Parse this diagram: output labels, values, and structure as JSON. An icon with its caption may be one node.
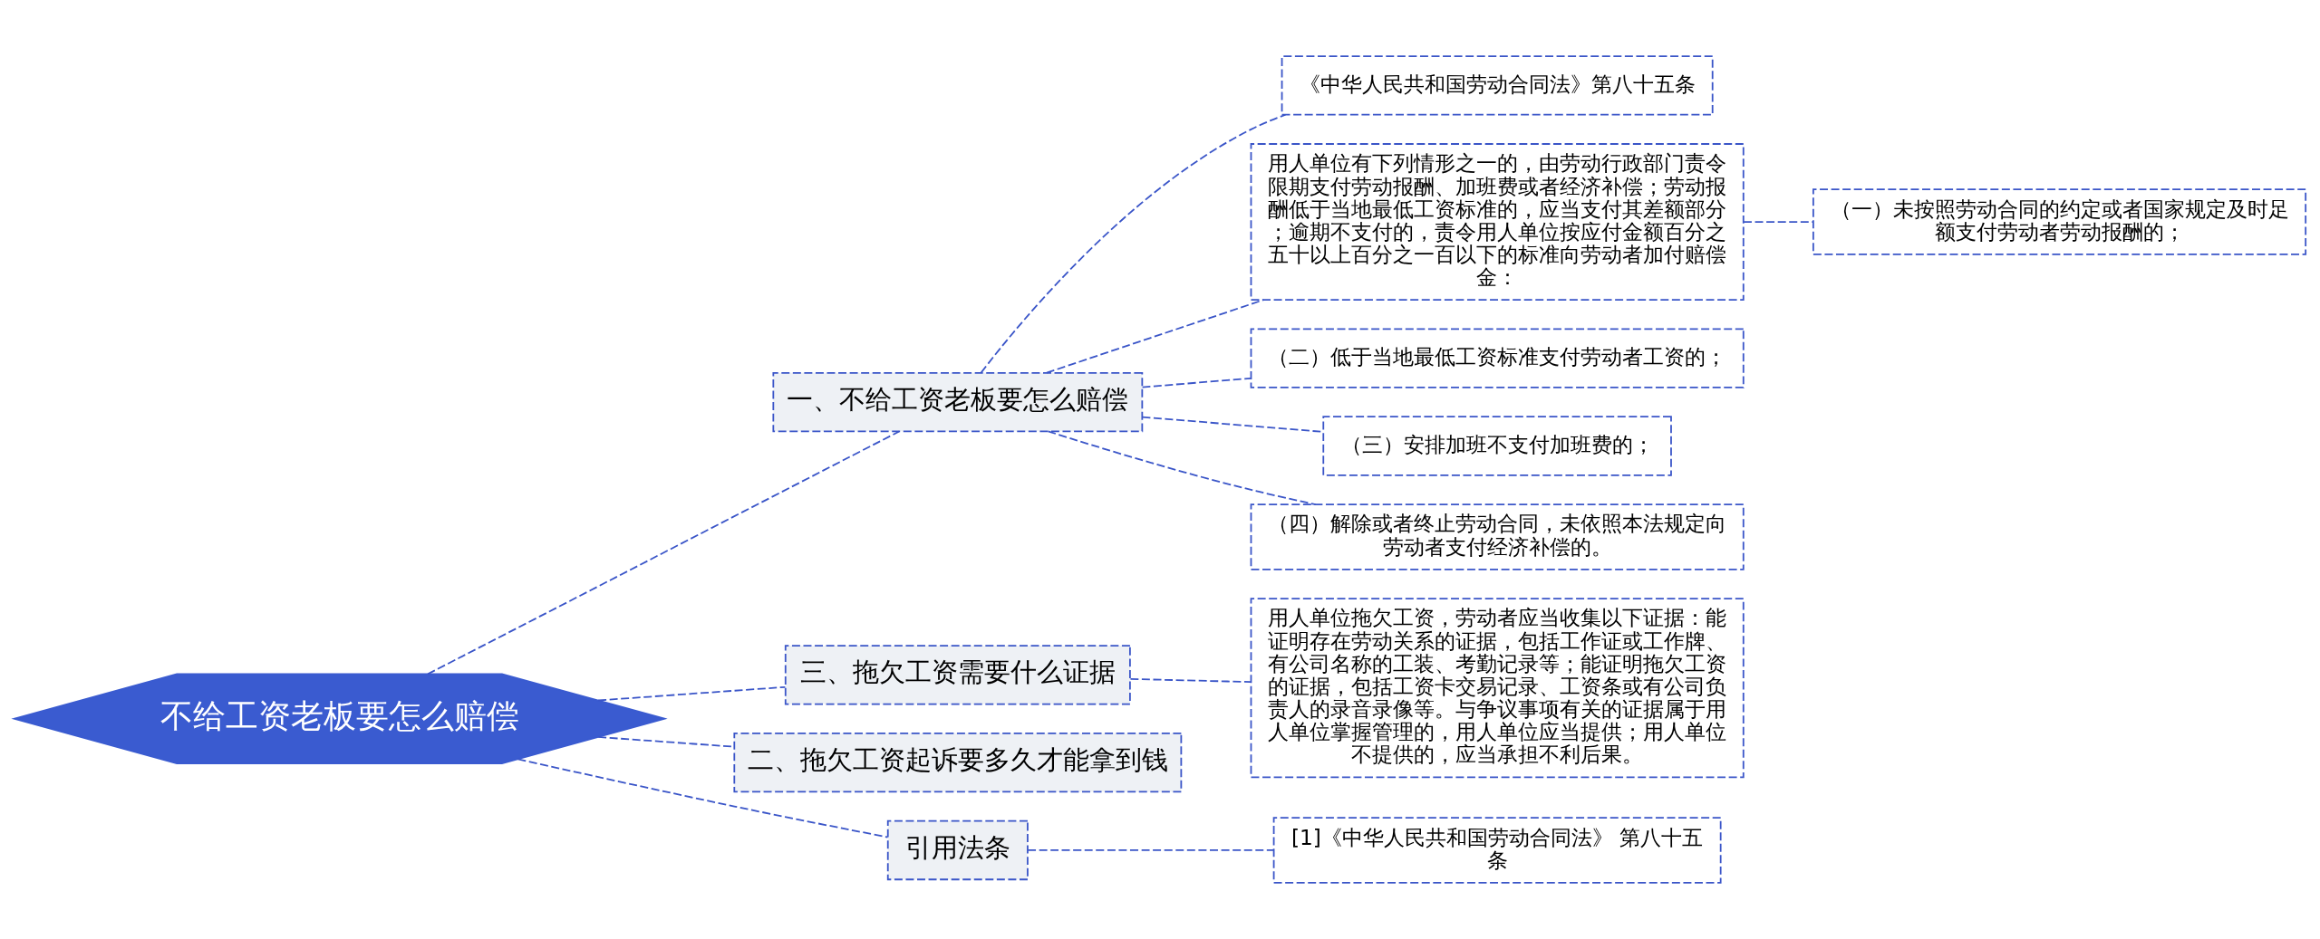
{
  "diagram": {
    "nodes": [
      {
        "text": [
          "不给工资老板要怎么赔偿"
        ]
      },
      {
        "text": [
          "一、不给工资老板要怎么赔偿"
        ]
      },
      {
        "text": [
          "《中华人民共和国劳动合同法》第八十五条"
        ]
      },
      {
        "text": [
          "用人单位有下列情形之一的，由劳动行政部门责令限期支付劳动报酬、加班费或者经济补偿；劳动报酬低于当地最低工资标准的，应当支付其差额部分；逾期不支付的，责令用人单位按应付金额百分之五十以上百分之一百以下的标准向劳动者加付赔偿金："
        ]
      },
      {
        "text": [
          "（一）未按照劳动合同的约定或者国家规定及时足额支付劳动者劳动报酬的；"
        ]
      },
      {
        "text": [
          "（二）低于当地最低工资标准支付劳动者工资的；"
        ]
      },
      {
        "text": [
          "（三）安排加班不支付加班费的；"
        ]
      },
      {
        "text": [
          "（四）解除或者终止劳动合同，未依照本法规定向劳动者支付经济补偿的。"
        ]
      },
      {
        "text": [
          "三、拖欠工资需要什么证据"
        ]
      },
      {
        "text": [
          "用人单位拖欠工资，劳动者应当收集以下证据：能证明存在劳动关系的证据，包括工作证或工作牌、有公司名称的工装、考勤记录等；能证明拖欠工资的证据，包括工资卡交易记录、工资条或有公司负责人的录音录像等。与争议事项有关的证据属于用人单位掌握管理的，用人单位应当提供；用人单位不提供的，应当承担不利后果。"
        ]
      },
      {
        "text": [
          "二、拖欠工资起诉要多久才能拿到钱"
        ]
      },
      {
        "text": [
          "引用法条"
        ]
      },
      {
        "text": [
          "[1]《中华人民共和国劳动合同法》 第八十五条"
        ]
      }
    ],
    "edges": [
      {
        "from": 0,
        "to": 1,
        "arrow": "none"
      },
      {
        "from": 1,
        "to": 2,
        "arrow": "none"
      },
      {
        "from": 1,
        "to": 3,
        "arrow": "none"
      },
      {
        "from": 3,
        "to": 4,
        "arrow": "none"
      },
      {
        "from": 1,
        "to": 5,
        "arrow": "none"
      },
      {
        "from": 1,
        "to": 6,
        "arrow": "none"
      },
      {
        "from": 1,
        "to": 7,
        "arrow": "none"
      },
      {
        "from": 0,
        "to": 8,
        "arrow": "none"
      },
      {
        "from": 8,
        "to": 9,
        "arrow": "none"
      },
      {
        "from": 0,
        "to": 10,
        "arrow": "none"
      },
      {
        "from": 0,
        "to": 11,
        "arrow": "none"
      },
      {
        "from": 11,
        "to": 12,
        "arrow": "none"
      }
    ]
  }
}
